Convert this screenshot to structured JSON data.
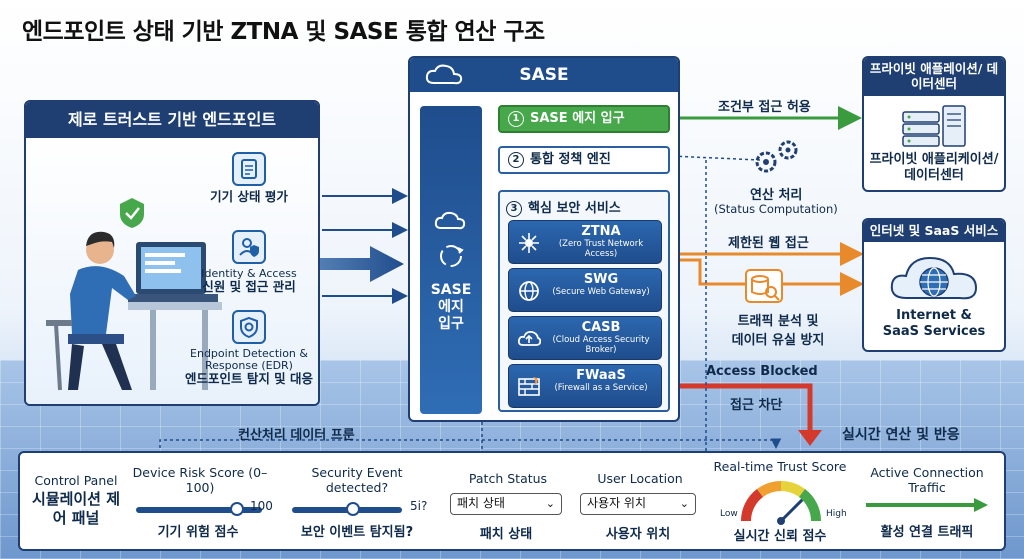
{
  "title": "엔드포인트 상태 기반 ZTNA 및 SASE 통합 연산 구조",
  "endpoint": {
    "header": "제로 트러스트 기반 엔드포인트",
    "items": [
      {
        "ko": "기기 상태 평가",
        "en": ""
      },
      {
        "en": "Identity & Access",
        "ko": "신원 및 접근 관리"
      },
      {
        "en": "Endpoint Detection & Response (EDR)",
        "ko": "엔드포인트 탐지 및 대응"
      }
    ]
  },
  "sase": {
    "header": "SASE",
    "edge_label": [
      "SASE",
      "에지",
      "입구"
    ],
    "step1": {
      "num": "1",
      "label": "SASE 에지 입구"
    },
    "step2": {
      "num": "2",
      "label": "통합 정책 엔진"
    },
    "step3": {
      "num": "3",
      "label": "핵심 보안 서비스"
    },
    "services": [
      {
        "name": "ZTNA",
        "desc": "(Zero Trust Network Access)"
      },
      {
        "name": "SWG",
        "desc": "(Secure Web Gateway)"
      },
      {
        "name": "CASB",
        "desc": "(Cloud Access Security Broker)"
      },
      {
        "name": "FWaaS",
        "desc": "(Firewall as a Service)"
      }
    ]
  },
  "flows": {
    "conditional_access": "조건부 접근 허용",
    "computation_ko": "연산 처리",
    "computation_en": "(Status Computation)",
    "limited_web": "제한된 웹 접근",
    "traffic_analysis": [
      "트래픽 분석 및",
      "데이터 유실 방지"
    ],
    "access_blocked_en": "Access Blocked",
    "access_blocked_ko": "접근 차단",
    "realtime": "실시간 연산 및 반응",
    "data_flow": "컨산처리 데이터 프룬"
  },
  "private_dc": {
    "header": "프라이빗 애플레이션/ 데이터센터",
    "body": "프라이빗 애플리케이션/ 데이터센터"
  },
  "internet": {
    "header": "인터넷 및 SaaS 서비스",
    "body": "Internet & SaaS Services"
  },
  "control_panel": {
    "title_en": "Control Panel",
    "title_ko": "시뮬레이션 제어 패널",
    "device_risk": {
      "label": "Device Risk Score (0–100)",
      "value": "100",
      "ko": "기기 위험 점수",
      "level": 0.8
    },
    "security_event": {
      "label": "Security Event detected?",
      "value": "5i?",
      "ko": "보안 이벤트 탐지됨?",
      "level": 0.55
    },
    "patch": {
      "label": "Patch Status",
      "selected": "패치 상태",
      "ko": "패치 상태"
    },
    "location": {
      "label": "User Location",
      "selected": "사용자 위치",
      "ko": "사용자 위치"
    },
    "trust_score": {
      "label": "Real-time Trust Score",
      "low": "Low",
      "high": "High",
      "ko": "실시간 신뢰 점수",
      "level": 0.75
    },
    "active_traffic": {
      "label": "Active Connection Traffic",
      "ko": "활성 연결 트래픽"
    }
  },
  "colors": {
    "navy": "#1f3f72",
    "green": "#47a84b",
    "orange": "#e8892b",
    "red": "#d33a2c"
  }
}
